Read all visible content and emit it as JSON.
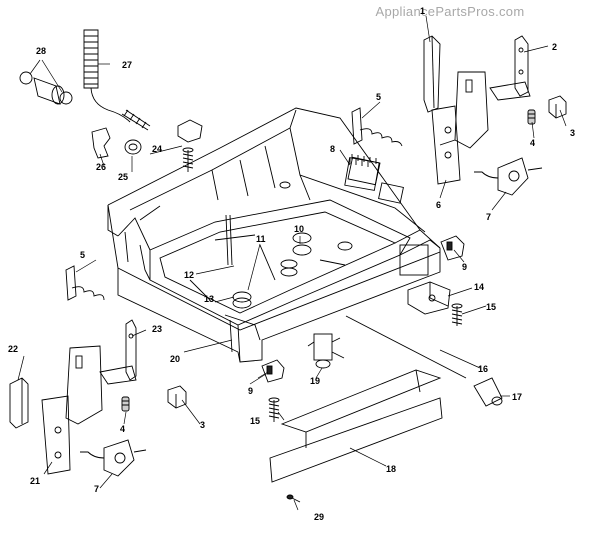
{
  "watermark": "AppliancePartsPros.com",
  "callouts": {
    "c1": "1",
    "c2": "2",
    "c3a": "3",
    "c3b": "3",
    "c4a": "4",
    "c4b": "4",
    "c5a": "5",
    "c5b": "5",
    "c6": "6",
    "c7a": "7",
    "c7b": "7",
    "c8": "8",
    "c9a": "9",
    "c9b": "9",
    "c10": "10",
    "c11": "11",
    "c12": "12",
    "c13": "13",
    "c14": "14",
    "c15a": "15",
    "c15b": "15",
    "c16": "16",
    "c17": "17",
    "c18": "18",
    "c19": "19",
    "c20": "20",
    "c21": "21",
    "c22": "22",
    "c23": "23",
    "c24": "24",
    "c25": "25",
    "c26": "26",
    "c27": "27",
    "c28": "28",
    "c29": "29"
  }
}
